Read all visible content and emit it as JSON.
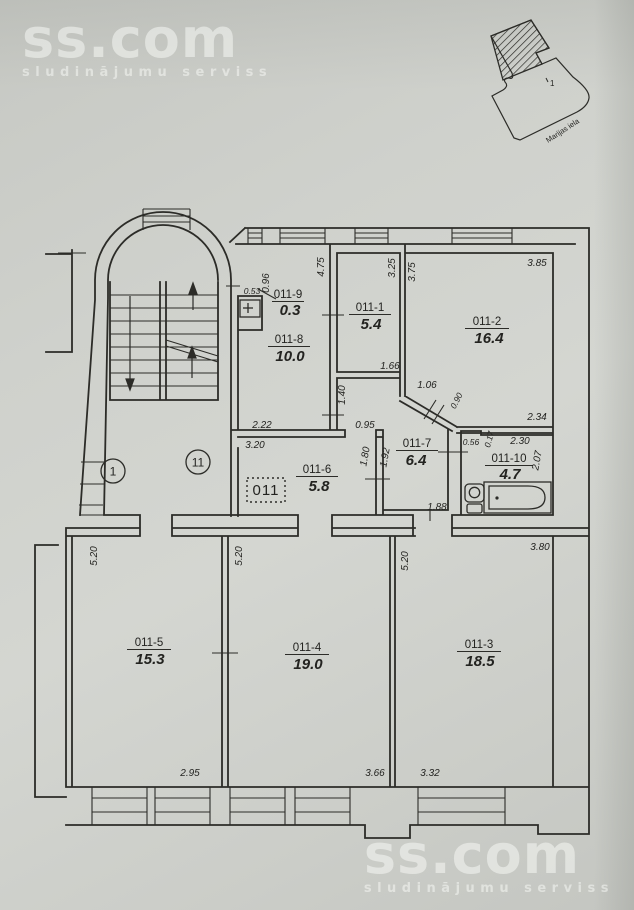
{
  "branding": {
    "logo": "ss.com",
    "tagline": "sludinājumu serviss"
  },
  "site_plan": {
    "building_number": "1",
    "street_label": "Marijas iela"
  },
  "floor_plan": {
    "unit_box_label": "011",
    "stair_markers": {
      "left": "1",
      "right": "11"
    },
    "rooms": [
      {
        "number": "011-9",
        "area": "0.3"
      },
      {
        "number": "011-8",
        "area": "10.0"
      },
      {
        "number": "011-1",
        "area": "5.4"
      },
      {
        "number": "011-2",
        "area": "16.4"
      },
      {
        "number": "011-6",
        "area": "5.8"
      },
      {
        "number": "011-7",
        "area": "6.4"
      },
      {
        "number": "011-10",
        "area": "4.7"
      },
      {
        "number": "011-5",
        "area": "15.3"
      },
      {
        "number": "011-4",
        "area": "19.0"
      },
      {
        "number": "011-3",
        "area": "18.5"
      }
    ],
    "dims": [
      "0.96",
      "0.53",
      "4.75",
      "3.25",
      "3.75",
      "3.85",
      "1.66",
      "1.40",
      "1.06",
      "0.90",
      "2.34",
      "2.22",
      "0.95",
      "3.20",
      "1.80",
      "1.92",
      "0.56",
      "0.17",
      "2.30",
      "2.07",
      "1.88",
      "5.20",
      "5.20",
      "5.20",
      "3.80",
      "2.95",
      "3.66",
      "3.32"
    ]
  },
  "colors": {
    "paper": "#cdcfca",
    "ink": "#2c2c28",
    "watermark": "#f0f1ee"
  }
}
